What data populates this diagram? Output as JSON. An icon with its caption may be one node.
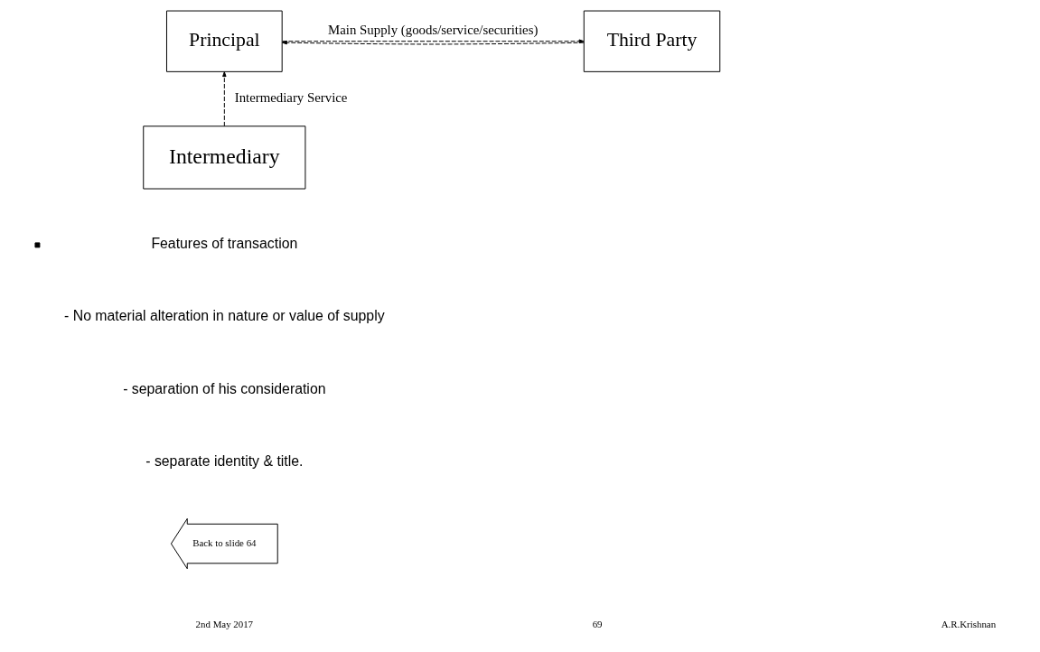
{
  "diagram": {
    "nodes": [
      {
        "text": [
          "Principal"
        ]
      },
      {
        "text": [
          "Third Party"
        ]
      },
      {
        "text": [
          "Intermediary"
        ]
      },
      {
        "text": [
          "Back to slide 64"
        ]
      }
    ],
    "edges": [
      {
        "from": 0,
        "to": 1,
        "arrow": "to",
        "style": "dashed",
        "label": "Main Supply (goods/service/securities)"
      },
      {
        "from": 1,
        "to": 0,
        "arrow": "to",
        "style": "dashed"
      },
      {
        "from": 2,
        "to": 0,
        "arrow": "to",
        "style": "dashed",
        "label": "Intermediary Service"
      }
    ],
    "labels": [
      "Features of transaction",
      "- No material alteration in nature or value of supply",
      "- separation of his consideration",
      "- separate identity & title.",
      "2nd May 2017",
      "69",
      "A.R.Krishnan"
    ]
  }
}
